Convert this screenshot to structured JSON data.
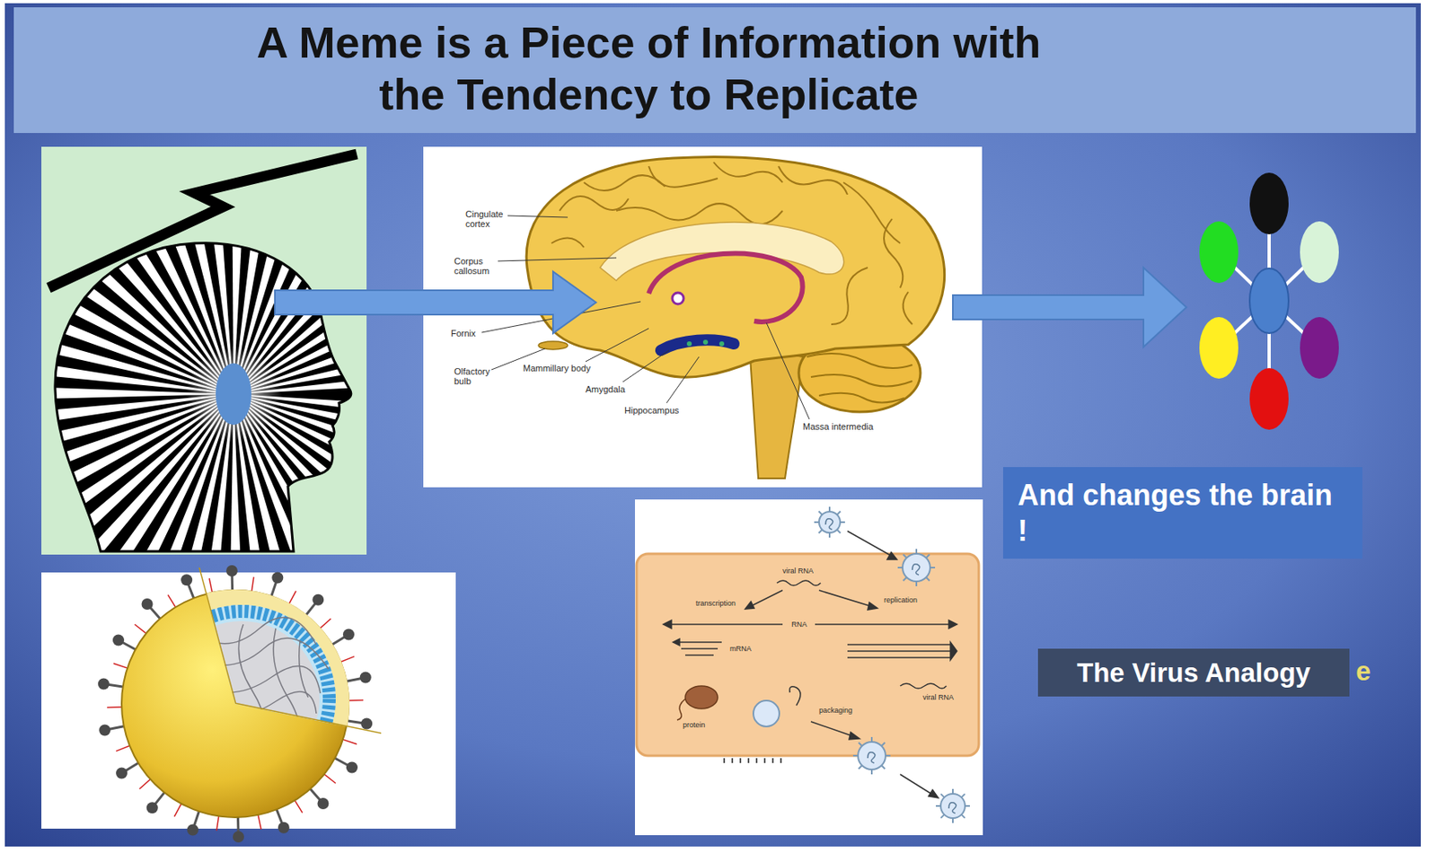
{
  "diagram": {
    "title": "A Meme is a Piece of Information with the Tendency to Replicate",
    "nodes": [
      {
        "text": [
          "And changes the brain !"
        ]
      },
      {
        "text": [
          "The Virus Analogy"
        ]
      }
    ],
    "labels": [
      "Cingulate cortex",
      "Corpus callosum",
      "Fornix",
      "Olfactory bulb",
      "Mammillary body",
      "Amygdala",
      "Hippocampus",
      "Massa intermedia",
      "viral RNA",
      "transcription",
      "replication",
      "RNA",
      "mRNA",
      "protein",
      "packaging",
      "viral RNA",
      "e"
    ]
  }
}
